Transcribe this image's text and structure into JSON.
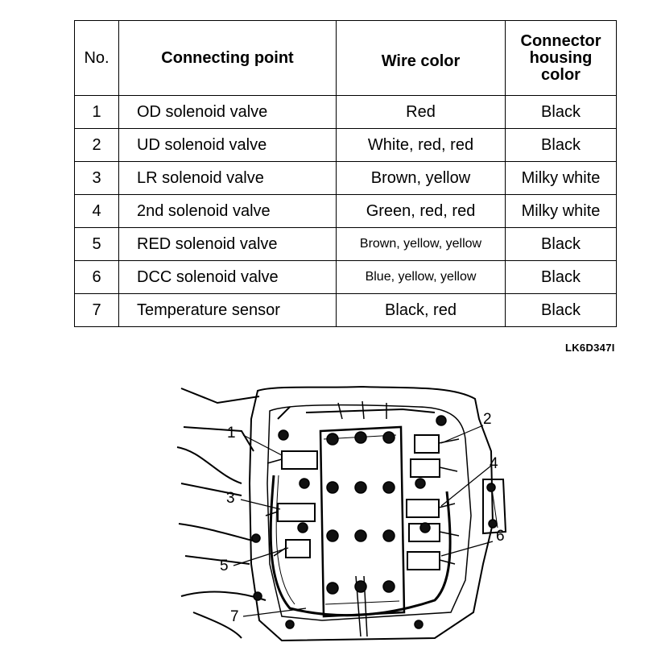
{
  "table": {
    "headers": {
      "no": "No.",
      "point": "Connecting point",
      "wire": "Wire color",
      "housing_l1": "Connector",
      "housing_l2": "housing",
      "housing_l3": "color"
    },
    "rows": [
      {
        "no": "1",
        "point": "OD solenoid valve",
        "wire": "Red",
        "housing": "Black"
      },
      {
        "no": "2",
        "point": "UD solenoid valve",
        "wire": "White, red, red",
        "housing": "Black"
      },
      {
        "no": "3",
        "point": "LR solenoid valve",
        "wire": "Brown, yellow",
        "housing": "Milky white"
      },
      {
        "no": "4",
        "point": "2nd solenoid valve",
        "wire": "Green, red, red",
        "housing": "Milky white"
      },
      {
        "no": "5",
        "point": "RED solenoid valve",
        "wire": "Brown, yellow, yellow",
        "housing": "Black"
      },
      {
        "no": "6",
        "point": "DCC solenoid valve",
        "wire": "Blue, yellow, yellow",
        "housing": "Black"
      },
      {
        "no": "7",
        "point": "Temperature sensor",
        "wire": "Black, red",
        "housing": "Black"
      }
    ]
  },
  "figure_code": "LK6D347I",
  "callouts": [
    "1",
    "2",
    "3",
    "4",
    "5",
    "6",
    "7"
  ]
}
